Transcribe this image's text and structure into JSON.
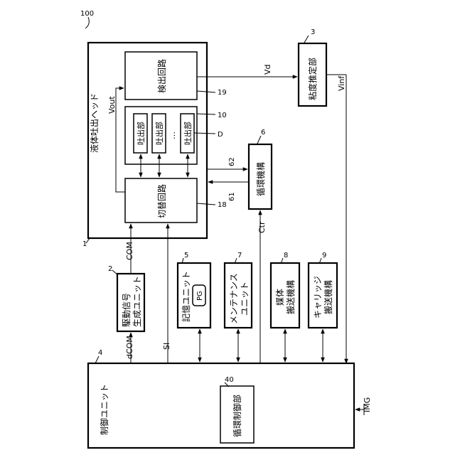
{
  "figure": {
    "system_ref": "100",
    "blocks": {
      "head": {
        "ref": "1",
        "label": "液体吐出ヘッド"
      },
      "detect": {
        "ref": "19",
        "label": "検出回路"
      },
      "discharge_group": {
        "ref": "10"
      },
      "discharge_unit": {
        "ref": "D",
        "label": "吐出部",
        "ellipsis": "…"
      },
      "switch": {
        "ref": "18",
        "label": "切替回路"
      },
      "circulation": {
        "ref": "6",
        "label": "循環機構",
        "port_a": "62",
        "port_b": "61"
      },
      "viscosity": {
        "ref": "3",
        "label": "粘度推定部"
      },
      "drive": {
        "ref": "2",
        "line1": "駆動信号",
        "line2": "生成ユニット"
      },
      "storage": {
        "ref": "5",
        "label": "記憶ユニット",
        "pg": "PG"
      },
      "maintenance": {
        "ref": "7",
        "line1": "メンテナンス",
        "line2": "ユニット"
      },
      "medium": {
        "ref": "8",
        "line1": "媒体",
        "line2": "搬送機構"
      },
      "carriage": {
        "ref": "9",
        "line1": "キャリッジ",
        "line2": "搬送機構"
      },
      "control": {
        "ref": "4",
        "label": "制御ユニット"
      },
      "circ_control": {
        "ref": "40",
        "label": "循環制御部"
      }
    },
    "signals": {
      "vd": "Vd",
      "vinf": "Vinf",
      "vout": "Vout",
      "com": "COM",
      "dcom": "dCOM",
      "si": "SI",
      "ctr": "Ctr",
      "img": "IMG"
    }
  }
}
